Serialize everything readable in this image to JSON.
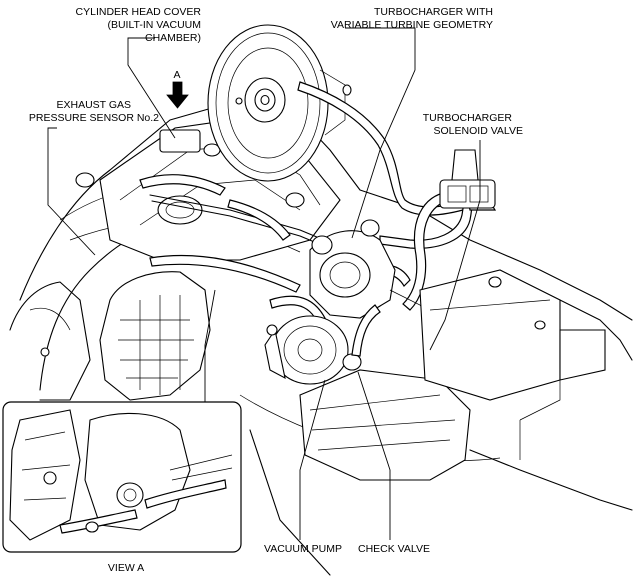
{
  "labels": {
    "cylinder_head_cover": [
      "CYLINDER HEAD COVER",
      "(BUILT-IN VACUUM",
      "CHAMBER)"
    ],
    "turbo_vtg": [
      "TURBOCHARGER WITH",
      "VARIABLE TURBINE GEOMETRY"
    ],
    "view_arrow": "A",
    "exhaust_sensor": [
      "EXHAUST GAS",
      "PRESSURE SENSOR No.2"
    ],
    "turbo_solenoid": [
      "TURBOCHARGER",
      "SOLENOID VALVE"
    ],
    "vacuum_pump": "VACUUM PUMP",
    "check_valve": "CHECK VALVE",
    "view_a": "VIEW A"
  }
}
